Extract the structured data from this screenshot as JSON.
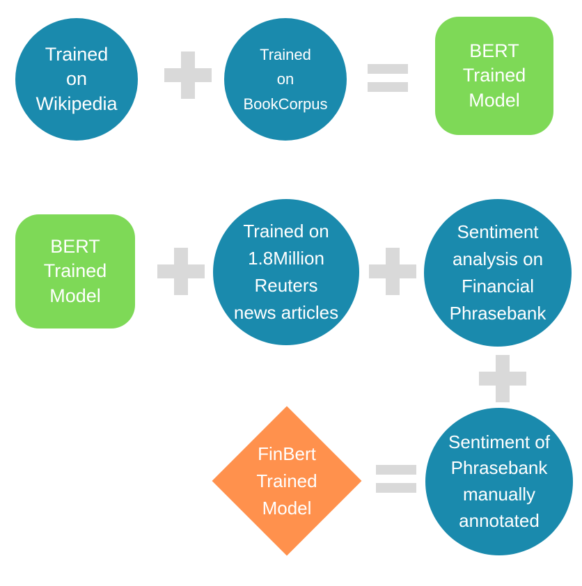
{
  "colors": {
    "circle": "#1a8aad",
    "bert_box": "#7ed957",
    "finbert_diamond": "#ff914d",
    "operator": "#d9d9d9",
    "text": "#ffffff"
  },
  "row1": {
    "wikipedia": "Trained\non\nWikipedia",
    "bookcorpus": "Trained\non\nBookCorpus",
    "bert_model": "BERT\nTrained\nModel"
  },
  "row2": {
    "bert_model": "BERT\nTrained\nModel",
    "reuters": "Trained on\n1.8Million\nReuters\nnews articles",
    "sentiment_analysis": "Sentiment\nanalysis on\nFinancial\nPhrasebank"
  },
  "row3": {
    "sentiment_phrasebank": "Sentiment of\nPhrasebank\nmanually\nannotated",
    "finbert_model": "FinBert\nTrained\nModel"
  },
  "operators": {
    "row1_first": "plus",
    "row1_second": "equals",
    "row2_first": "plus",
    "row2_second": "plus",
    "vertical": "plus",
    "row3": "equals"
  }
}
